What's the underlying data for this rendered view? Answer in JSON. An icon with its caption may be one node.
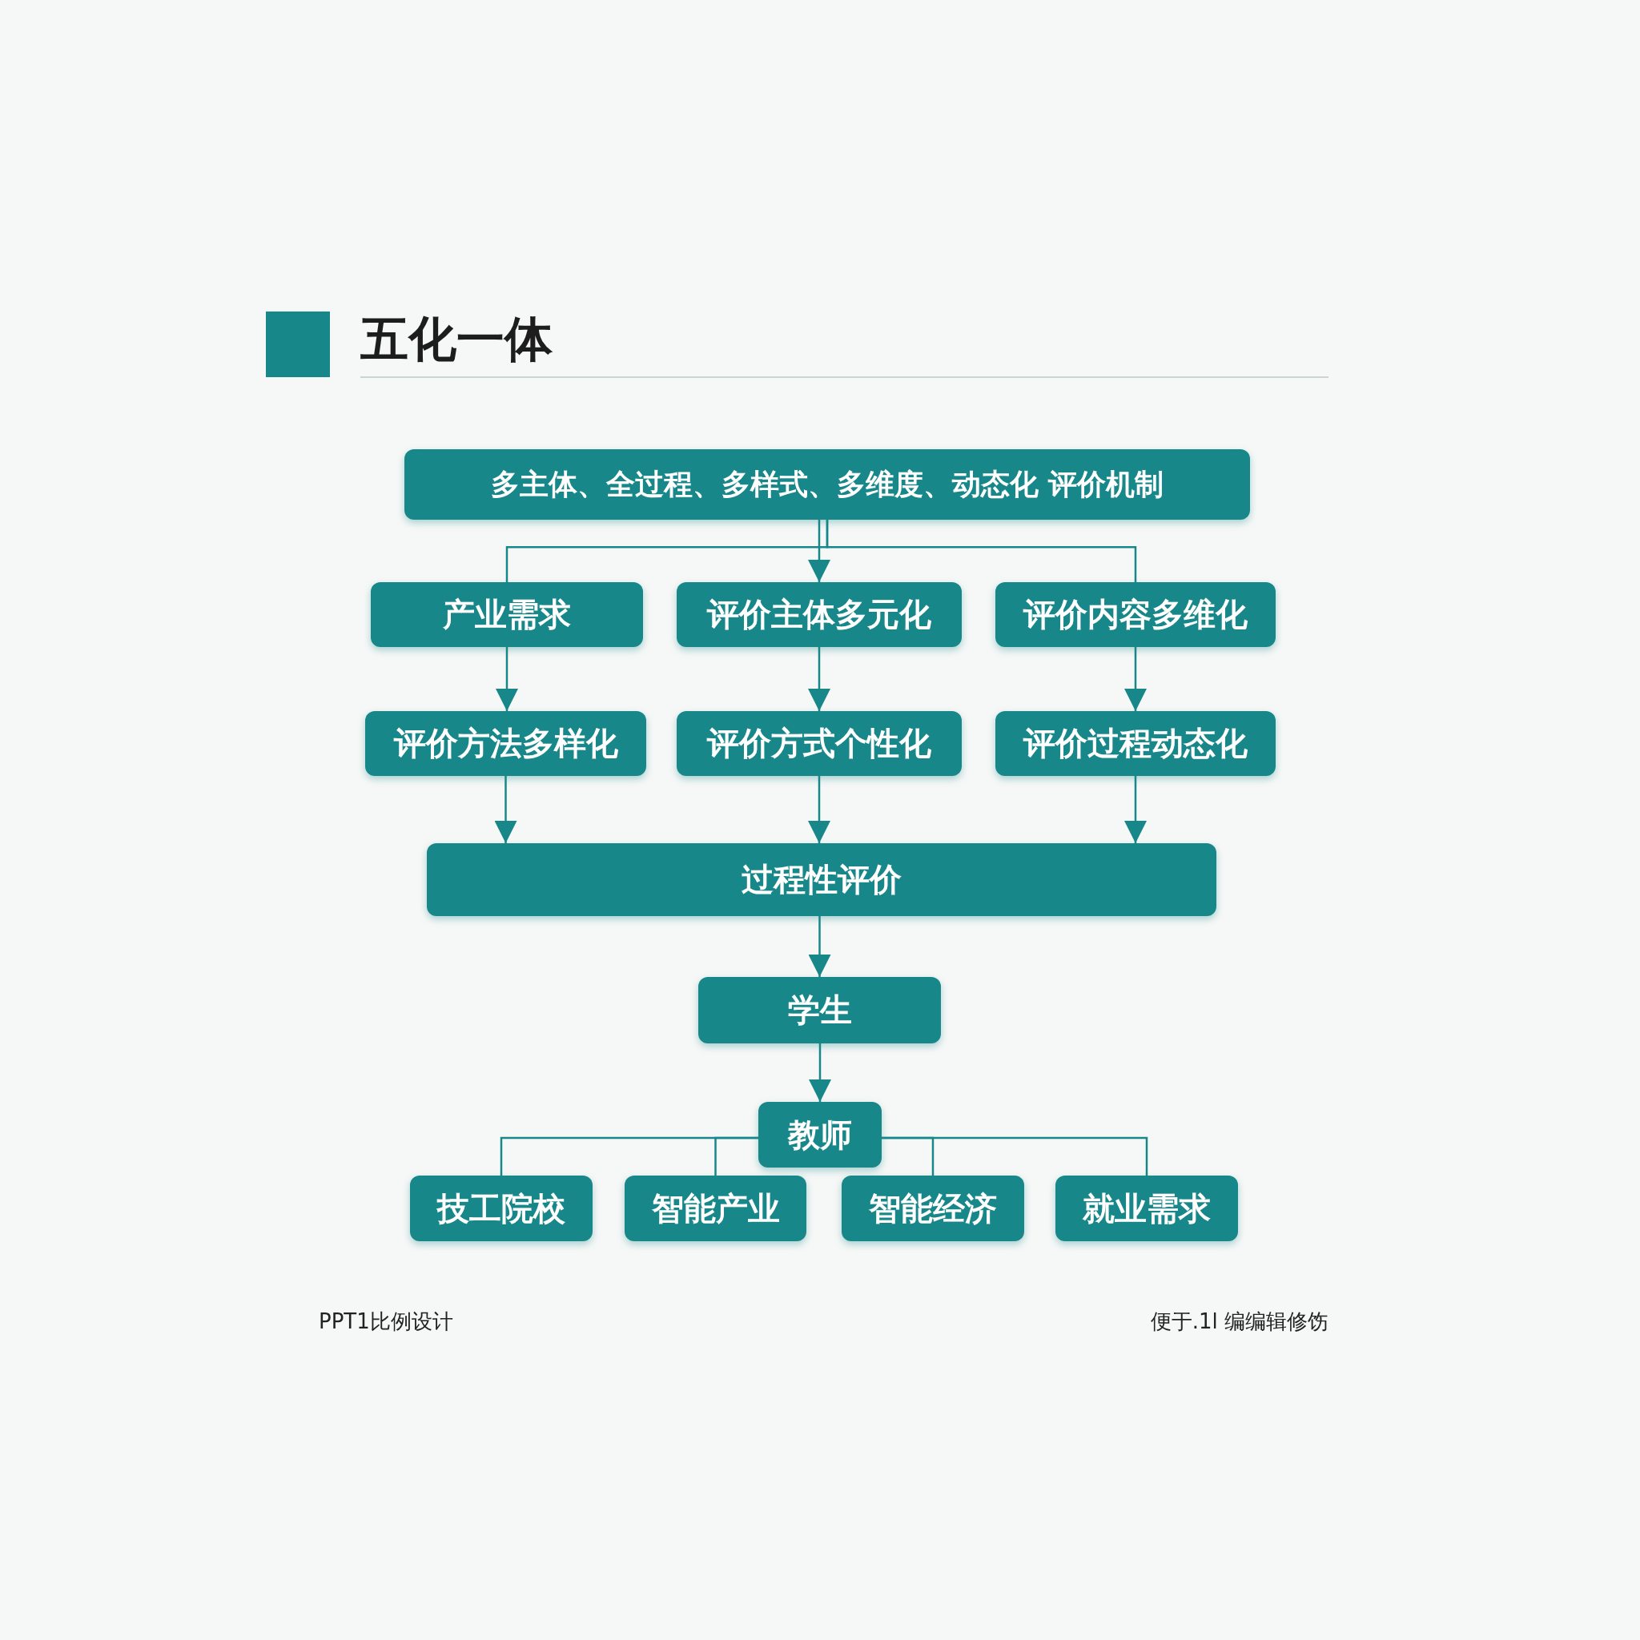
{
  "diagram": {
    "title": "五化一体",
    "nodes": [
      {
        "text": [
          "多主体、全过程、多样式、多维度、动态化 评价机制"
        ]
      },
      {
        "text": [
          "产业需求"
        ]
      },
      {
        "text": [
          "评价主体多元化"
        ]
      },
      {
        "text": [
          "评价内容多维化"
        ]
      },
      {
        "text": [
          "评价方法多样化"
        ]
      },
      {
        "text": [
          "评价方式个性化"
        ]
      },
      {
        "text": [
          "评价过程动态化"
        ]
      },
      {
        "text": [
          "过程性评价"
        ]
      },
      {
        "text": [
          "学生"
        ]
      },
      {
        "text": [
          "教师"
        ]
      },
      {
        "text": [
          "技工院校"
        ]
      },
      {
        "text": [
          "智能产业"
        ]
      },
      {
        "text": [
          "智能经济"
        ]
      },
      {
        "text": [
          "就业需求"
        ]
      }
    ],
    "edges": [
      {
        "from": 0,
        "to": 1,
        "arrow": "none"
      },
      {
        "from": 0,
        "to": 2,
        "arrow": "to"
      },
      {
        "from": 0,
        "to": 3,
        "arrow": "none"
      },
      {
        "from": 1,
        "to": 4,
        "arrow": "to"
      },
      {
        "from": 2,
        "to": 5,
        "arrow": "to"
      },
      {
        "from": 3,
        "to": 6,
        "arrow": "to"
      },
      {
        "from": 4,
        "to": 7,
        "arrow": "to"
      },
      {
        "from": 5,
        "to": 7,
        "arrow": "to"
      },
      {
        "from": 6,
        "to": 7,
        "arrow": "to"
      },
      {
        "from": 7,
        "to": 8,
        "arrow": "to"
      },
      {
        "from": 8,
        "to": 9,
        "arrow": "to"
      },
      {
        "from": 9,
        "to": 10,
        "arrow": "none"
      },
      {
        "from": 9,
        "to": 11,
        "arrow": "none"
      },
      {
        "from": 9,
        "to": 12,
        "arrow": "none"
      },
      {
        "from": 9,
        "to": 13,
        "arrow": "none"
      }
    ],
    "labels": [
      "PPT1比例设计",
      "便于.1l 编编辑修饬"
    ]
  }
}
